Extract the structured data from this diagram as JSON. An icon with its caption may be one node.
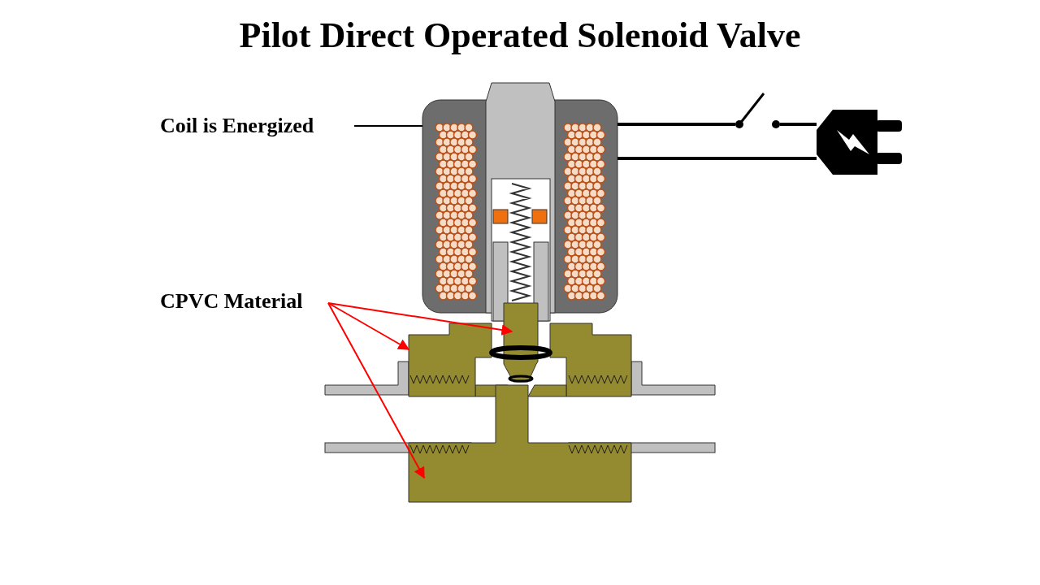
{
  "diagram": {
    "title": "Pilot Direct Operated Solenoid Valve",
    "nodes": [
      {
        "text": [
          "Coil is Energized"
        ]
      },
      {
        "text": [],
        "shape": "picture"
      },
      {
        "text": [],
        "shape": "picture"
      },
      {
        "text": [],
        "shape": "picture"
      },
      {
        "text": [
          "CPVC Material"
        ]
      },
      {
        "text": [],
        "shape": "picture"
      },
      {
        "text": [],
        "shape": "picture"
      },
      {
        "text": [],
        "shape": "picture"
      }
    ],
    "edges": [
      {
        "from": 0,
        "to": 1,
        "arrow": "none"
      },
      {
        "from": 1,
        "to": 2,
        "arrow": "none",
        "style": "thick"
      },
      {
        "from": 2,
        "to": 3,
        "arrow": "none",
        "style": "thick"
      },
      {
        "from": 1,
        "to": 3,
        "arrow": "none",
        "style": "thick"
      },
      {
        "from": 4,
        "to": 5,
        "arrow": "to",
        "color": "#ff0000"
      },
      {
        "from": 4,
        "to": 6,
        "arrow": "to",
        "color": "#ff0000"
      },
      {
        "from": 4,
        "to": 7,
        "arrow": "to",
        "color": "#ff0000"
      }
    ]
  }
}
